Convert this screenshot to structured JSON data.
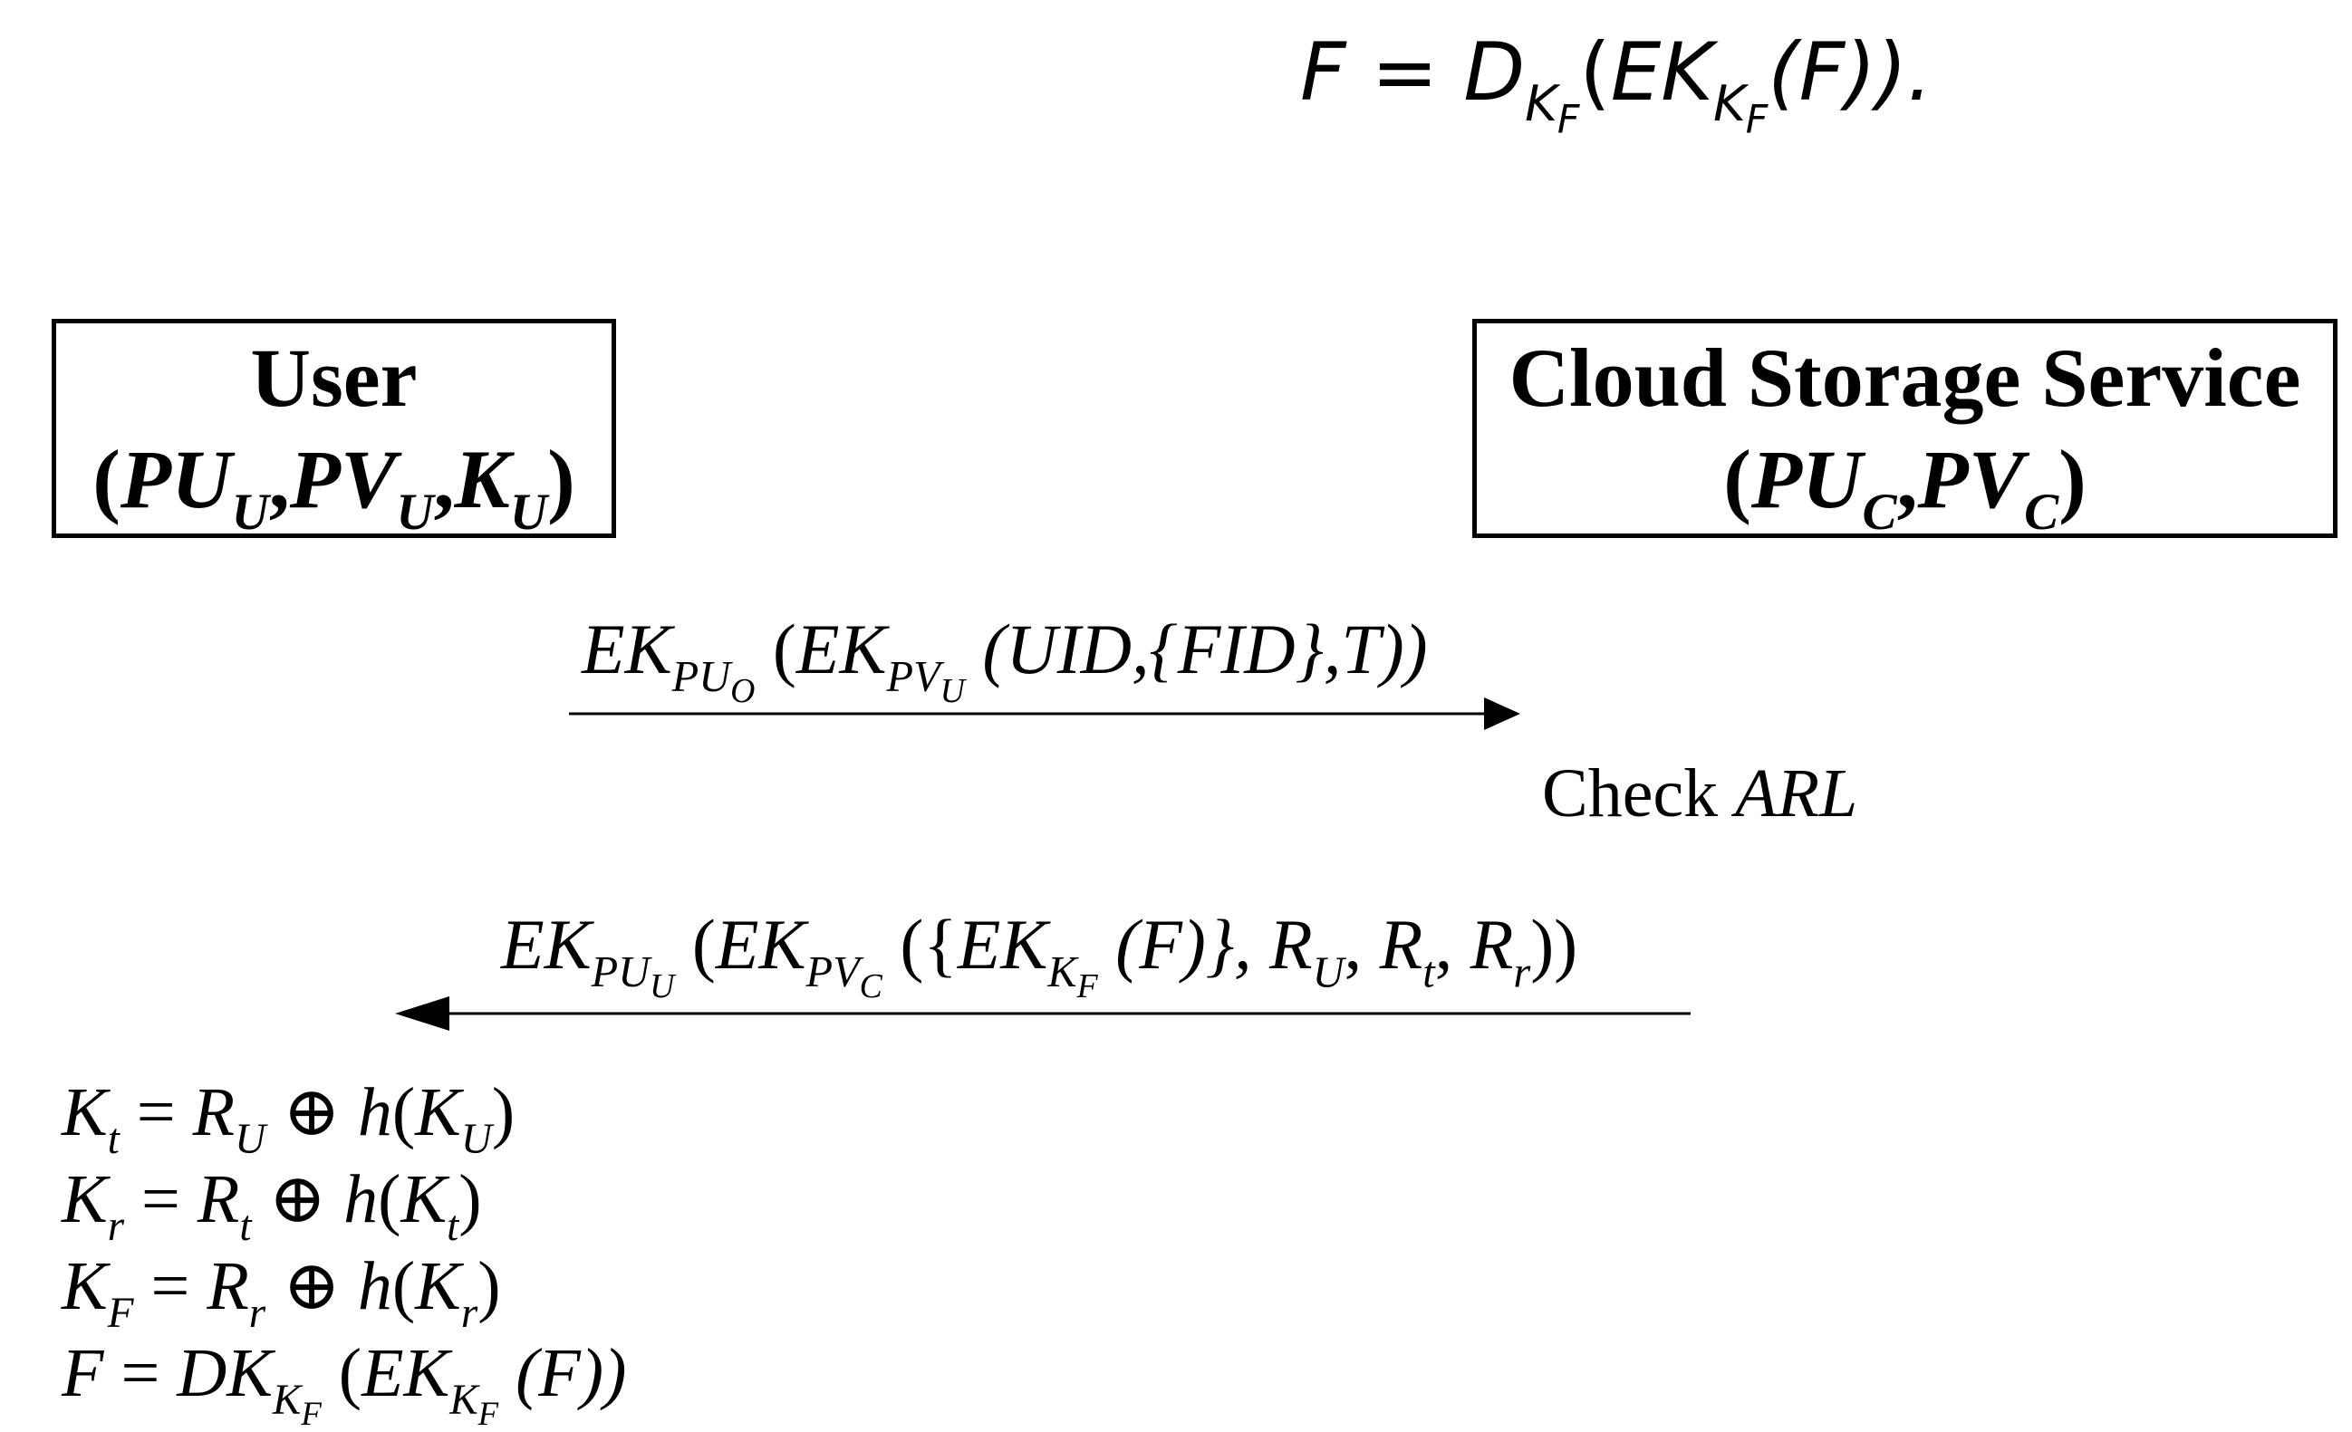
{
  "top_equation": {
    "lhs": "F",
    "eq": "=",
    "D": "D",
    "K": "K",
    "F_sub": "F",
    "open": "(",
    "EK": "EK",
    "K2": "K",
    "F_sub2": "F",
    "inner": "(F)).",
    "inner_open": "("
  },
  "user": {
    "name": "User",
    "keys_open": "(",
    "pu": "PU",
    "pu_sub": "U",
    "pv": "PV",
    "pv_sub": "U",
    "k": "K",
    "k_sub": "U",
    "comma": ",",
    "keys_close": ")"
  },
  "cloud": {
    "name": "Cloud Storage Service",
    "keys_open": "(",
    "pu": "PU",
    "pu_sub": "C",
    "pv": "PV",
    "pv_sub": "C",
    "comma": ",",
    "keys_close": ")"
  },
  "message_request": {
    "ek": "EK",
    "pu": "PU",
    "pu_sub": "O",
    "open": "(",
    "ek2": "EK",
    "pv": "PV",
    "pv_sub": "U",
    "args": "(UID,{FID},T))"
  },
  "check": {
    "label": "Check ",
    "value": "ARL"
  },
  "message_response": {
    "ek": "EK",
    "pu": "PU",
    "pu_sub": "U",
    "open": "(",
    "ek2": "EK",
    "pv": "PV",
    "pv_sub": "C",
    "args_open": "({",
    "ek3": "EK",
    "k": "K",
    "k_sub": "F",
    "file": "(F)},",
    "r1": "R",
    "r1_sub": "U",
    "r2": "R",
    "r2_sub": "t",
    "r3": "R",
    "r3_sub": "r",
    "close": "))",
    "sep": ", "
  },
  "equations": [
    {
      "lhs": "K",
      "lhs_sub": "t",
      "r": "R",
      "r_sub": "U",
      "h_arg": "K",
      "h_arg_sub": "U"
    },
    {
      "lhs": "K",
      "lhs_sub": "r",
      "r": "R",
      "r_sub": "t",
      "h_arg": "K",
      "h_arg_sub": "t"
    },
    {
      "lhs": "K",
      "lhs_sub": "F",
      "r": "R",
      "r_sub": "r",
      "h_arg": "K",
      "h_arg_sub": "r"
    }
  ],
  "equation_symbols": {
    "eq": " = ",
    "xor": " ⊕ ",
    "h": "h",
    "open": "(",
    "close": ")"
  },
  "final_equation": {
    "lhs": "F",
    "eq": " = ",
    "dk": "DK",
    "k": "K",
    "k_sub": "F",
    "open": "(",
    "ek": "EK",
    "k2": "K",
    "k2_sub": "F",
    "rest": "(F))"
  }
}
